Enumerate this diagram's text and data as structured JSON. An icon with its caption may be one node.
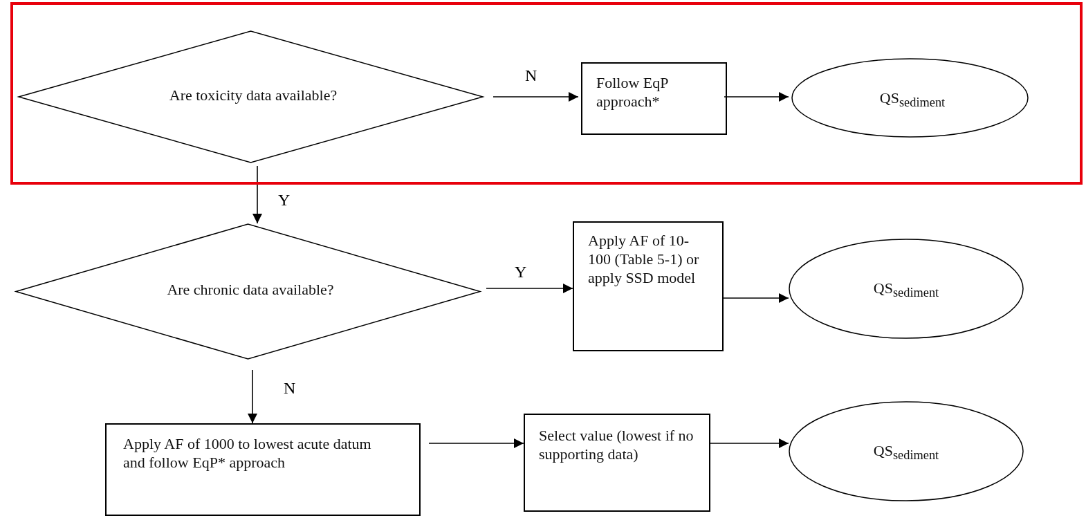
{
  "diagram": {
    "nodes": [
      {
        "text": [],
        "shape": "box"
      },
      {
        "text": [
          "Are toxicity data available?"
        ],
        "in": 0
      },
      {
        "text": [
          "Follow EqP approach*"
        ],
        "in": 0
      },
      {
        "text": [
          "QS$_{sediment}$"
        ],
        "in": 0
      },
      {
        "text": [
          "Are chronic data available?"
        ]
      },
      {
        "text": [
          "Apply AF of 10-100 (Table 5-1) or apply SSD model"
        ]
      },
      {
        "text": [
          "QS$_{sediment}$"
        ]
      },
      {
        "text": [
          "Apply AF of 1000 to lowest acute datum and follow EqP* approach"
        ]
      },
      {
        "text": [
          "Select value (lowest if no supporting data)"
        ]
      },
      {
        "text": [
          "QS$_{sediment}$"
        ]
      }
    ],
    "edges": [
      {
        "from": 1,
        "to": 2,
        "arrow": "to",
        "label": "N"
      },
      {
        "from": 2,
        "to": 3,
        "arrow": "to"
      },
      {
        "from": 1,
        "to": 4,
        "arrow": "to",
        "label": "Y"
      },
      {
        "from": 4,
        "to": 5,
        "arrow": "to",
        "label": "Y"
      },
      {
        "from": 5,
        "to": 6,
        "arrow": "to"
      },
      {
        "from": 4,
        "to": 7,
        "arrow": "to",
        "label": "N"
      },
      {
        "from": 7,
        "to": 8,
        "arrow": "to"
      },
      {
        "from": 8,
        "to": 9,
        "arrow": "to"
      }
    ]
  }
}
